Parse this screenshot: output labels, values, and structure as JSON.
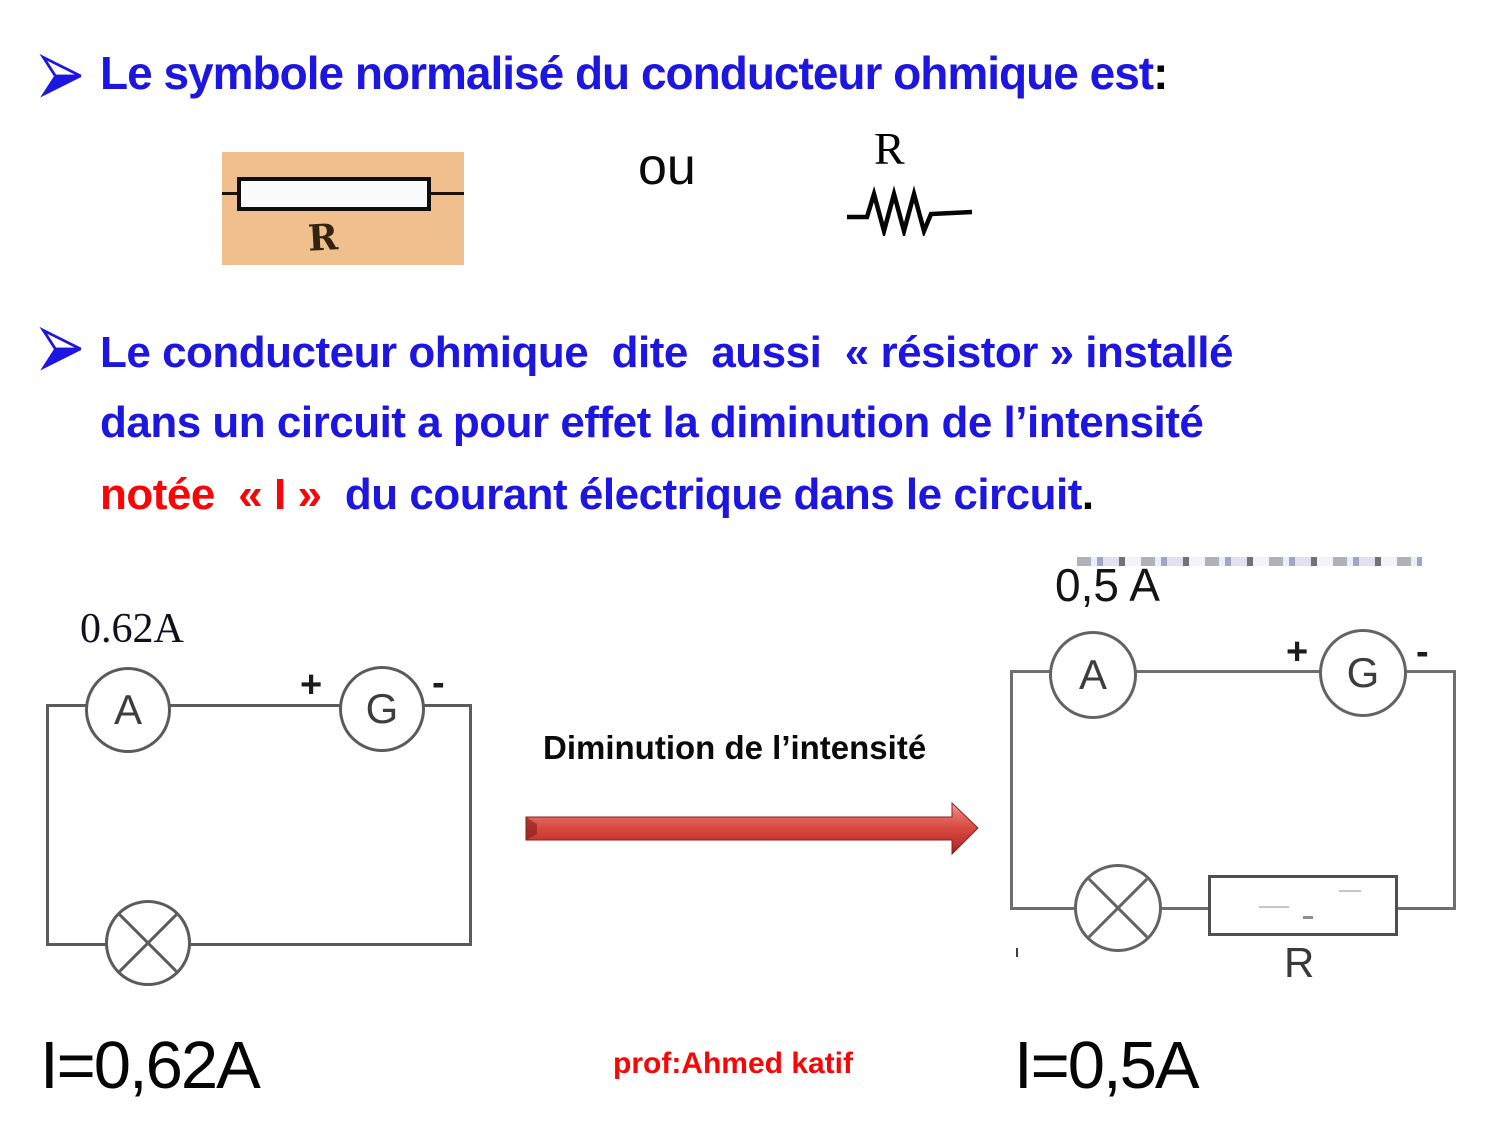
{
  "slide": {
    "title": {
      "bullet": "➢",
      "text": "Le symbole normalisé du conducteur ohmique est",
      "colon": ":"
    },
    "symbol_row": {
      "box_symbol_label": "R",
      "or_text": "ou",
      "zigzag_label": "R"
    },
    "paragraph": {
      "bullet": "➢",
      "line1": "Le conducteur ohmique  dite  aussi  « résistor » installé",
      "line2": "dans un circuit a pour effet la diminution de l’intensité",
      "line3_red": "notée  « I »",
      "line3_blue": "  du courant électrique dans le circuit",
      "line3_period": "."
    },
    "transition": {
      "label": "Diminution de l’intensité"
    },
    "left_circuit": {
      "current_label": "0.62A",
      "ammeter_label": "A",
      "generator_label": "G",
      "plus": "+",
      "minus": "-",
      "result_label": "I=0,62A"
    },
    "right_circuit": {
      "current_label": "0,5 A",
      "ammeter_label": "A",
      "generator_label": "G",
      "plus": "+",
      "minus": "-",
      "resistor_label": "R",
      "result_label": "I=0,5A"
    },
    "footer": {
      "credit": "prof:Ahmed katif"
    },
    "colors": {
      "accent_blue": "#1c16e0",
      "accent_red": "#fa0505",
      "arrow_red": "#d04238",
      "symbol_background_tan": "#efc08d",
      "wire_gray": "#5b5b5b"
    }
  }
}
